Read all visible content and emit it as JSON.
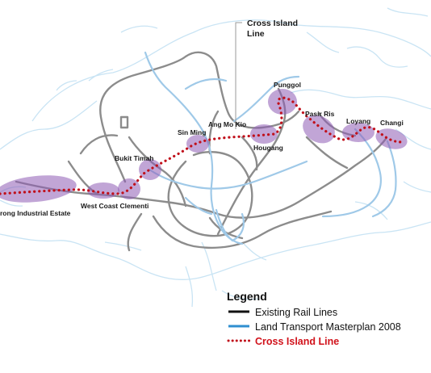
{
  "callout": {
    "line1": "Cross Island",
    "line2": "Line"
  },
  "stations": {
    "punggol": "Punggol",
    "pasir_ris": "Pasir Ris",
    "loyang": "Loyang",
    "changi": "Changi",
    "sin_ming": "Sin Ming",
    "ang_mo_kio": "Ang Mo Kio",
    "hougang": "Hougang",
    "bukit_timah": "Bukit Timah",
    "west_coast_clementi": "West Coast Clementi",
    "jurong_industrial_estate": "rong Industrial Estate"
  },
  "legend": {
    "title": "Legend",
    "items": [
      {
        "label": "Existing Rail Lines",
        "color": "#111111",
        "style": "solid"
      },
      {
        "label": "Land Transport Masterplan 2008",
        "color": "#2f8fd0",
        "style": "solid"
      },
      {
        "label": "Cross Island Line",
        "color": "#c0101b",
        "style": "dotted"
      }
    ]
  },
  "colors": {
    "coastline": "#c9e4f4",
    "existing_rail": "#8c8c8c",
    "masterplan": "#9fc9e8",
    "cross_island": "#c0101b",
    "station_highlight": "#8e5bb5"
  }
}
